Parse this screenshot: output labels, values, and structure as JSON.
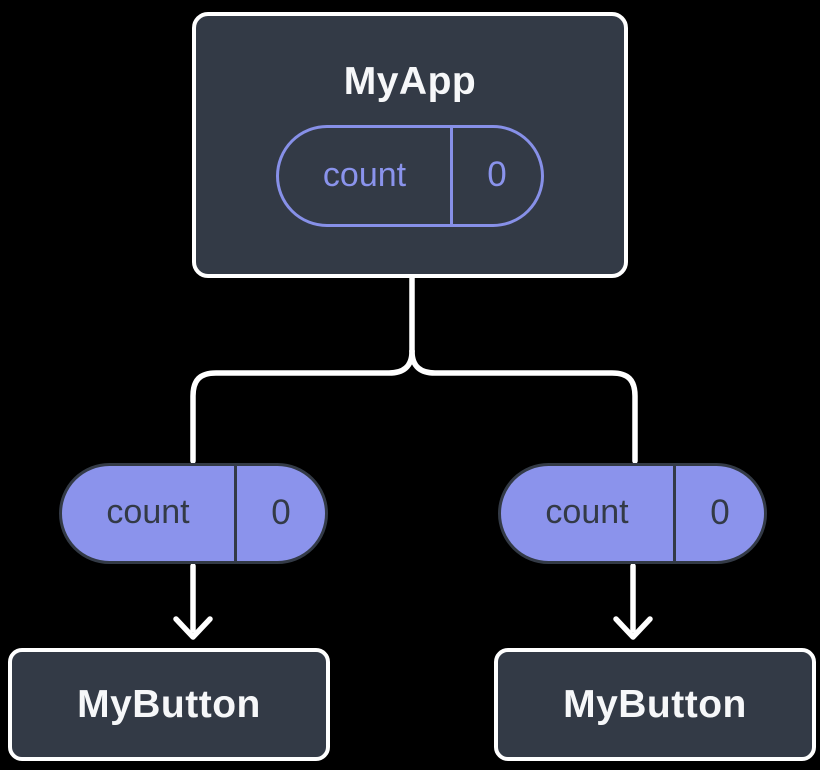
{
  "colors": {
    "background": "#000000",
    "node_fill": "#333A46",
    "node_border": "#FFFFFF",
    "pill_fill_purple": "#8B93EC",
    "pill_stroke_purple": "#8790E8",
    "text_light": "#F6F7F9",
    "text_dark": "#333A46",
    "connector": "#FFFFFF"
  },
  "diagram": {
    "root": {
      "title": "MyApp",
      "state_pill": {
        "name": "count",
        "value": "0"
      }
    },
    "left_branch": {
      "prop_pill": {
        "name": "count",
        "value": "0"
      },
      "child_title": "MyButton"
    },
    "right_branch": {
      "prop_pill": {
        "name": "count",
        "value": "0"
      },
      "child_title": "MyButton"
    }
  }
}
